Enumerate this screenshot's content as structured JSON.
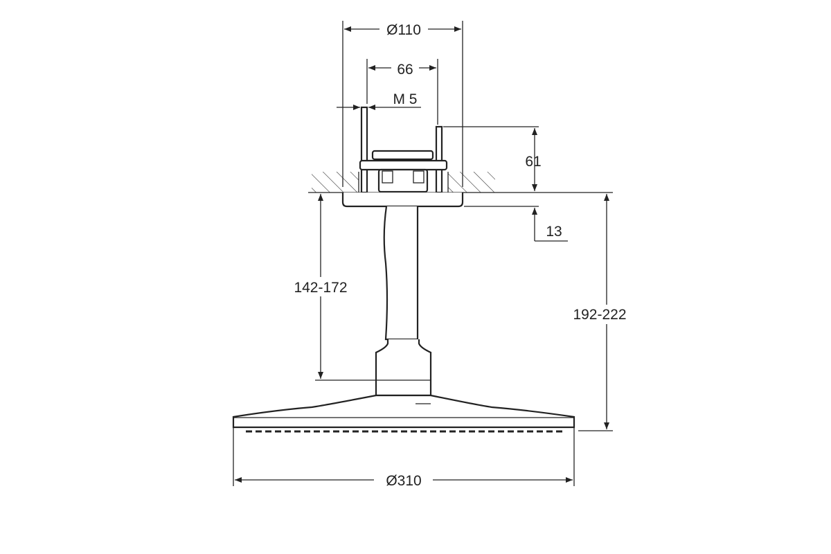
{
  "drawing": {
    "dimensions": {
      "mount_diameter": "Ø110",
      "bolt_spacing": "66",
      "thread": "M 5",
      "mount_height": "61",
      "escutcheon_height": "13",
      "arm_length": "142-172",
      "total_height": "192-222",
      "head_diameter": "Ø310"
    }
  }
}
